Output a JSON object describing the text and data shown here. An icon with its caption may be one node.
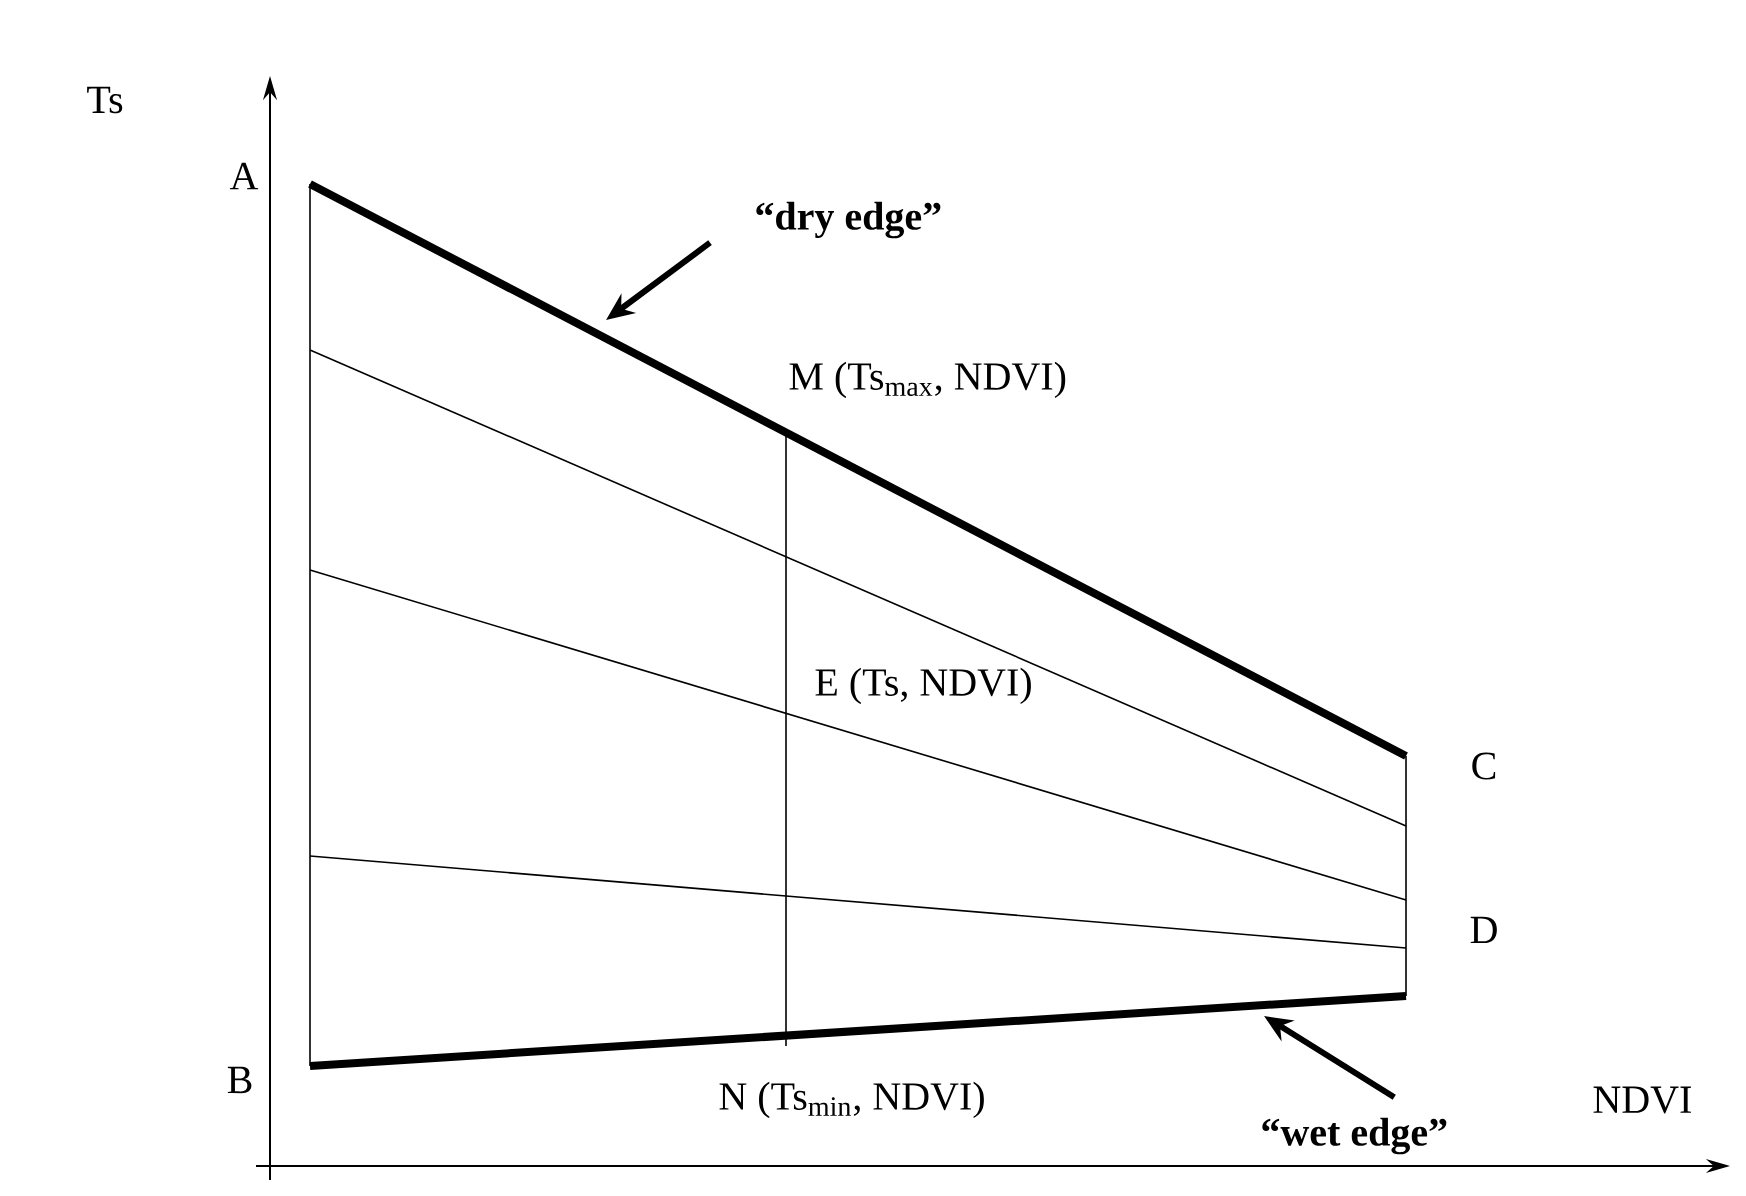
{
  "diagram": {
    "nodes": [
      {
        "text": [
          "“dry edge”"
        ]
      },
      {
        "text": [
          "“wet edge”"
        ]
      }
    ],
    "edges": [
      {
        "from": 0,
        "to": null,
        "arrow": "to"
      },
      {
        "from": 1,
        "to": null,
        "arrow": "to"
      }
    ],
    "labels": [
      "Ts",
      "A",
      "M (Ts$_{max}$, NDVI)",
      "E (Ts, NDVI)",
      "C",
      "D",
      "B",
      "N (Ts$_{min}$, NDVI)",
      "NDVI"
    ]
  }
}
